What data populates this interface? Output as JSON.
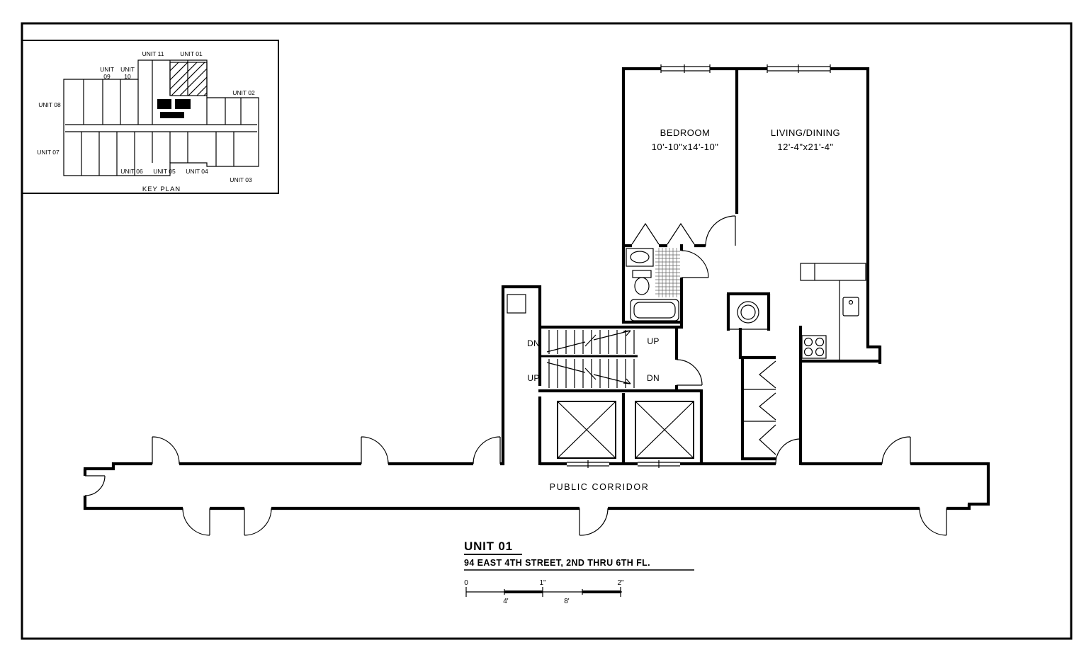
{
  "sheet": {
    "key_plan": {
      "title": "KEY PLAN",
      "units": {
        "u11": "UNIT 11",
        "u01": "UNIT 01",
        "u09a": "UNIT",
        "u09b": "09",
        "u10a": "UNIT",
        "u10b": "10",
        "u02": "UNIT 02",
        "u08": "UNIT 08",
        "u07": "UNIT 07",
        "u06": "UNIT 06",
        "u05": "UNIT 05",
        "u04": "UNIT 04",
        "u03": "UNIT 03"
      }
    },
    "rooms": {
      "bedroom_name": "BEDROOM",
      "bedroom_dims": "10'-10\"x14'-10\"",
      "living_name": "LIVING/DINING",
      "living_dims": "12'-4\"x21'-4\"",
      "corridor": "PUBLIC CORRIDOR"
    },
    "stairs": {
      "top_left": "DN",
      "top_right": "UP",
      "bottom_left": "UP",
      "bottom_right": "DN"
    },
    "title_block": {
      "unit_title": "UNIT 01",
      "address": "94 EAST 4TH STREET, 2ND THRU 6TH FL."
    },
    "scale_bar": {
      "zero": "0",
      "one_inch": "1\"",
      "two_inch": "2\"",
      "four_feet": "4'",
      "eight_feet": "8'"
    },
    "colors": {
      "line": "#000000",
      "paper": "#ffffff"
    }
  }
}
